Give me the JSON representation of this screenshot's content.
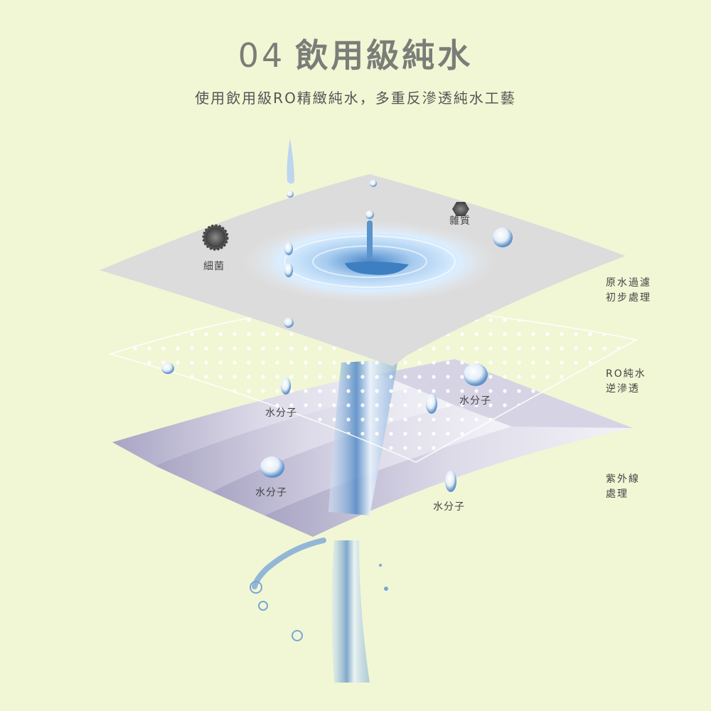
{
  "header": {
    "number": "04",
    "title": "飲用級純水",
    "subtitle": "使用飲用級RO精緻純水，多重反滲透純水工藝"
  },
  "colors": {
    "background": "#f1f7d5",
    "title": "#7b7d78",
    "water": "#3a78b8",
    "filter_layer": "#d9d9d9",
    "uv_layer": "#b9b6cf"
  },
  "layers": [
    {
      "name": "原水過濾",
      "line1": "原水過濾",
      "line2": "初步處理"
    },
    {
      "name": "RO純水逆滲透",
      "line1": "RO純水",
      "line2": "逆滲透"
    },
    {
      "name": "紫外線處理",
      "line1": "紫外線",
      "line2": "處理"
    }
  ],
  "labels": {
    "bacteria": "細菌",
    "impurities": "雜質",
    "molecule_1": "水分子",
    "molecule_2": "水分子",
    "molecule_3": "水分子",
    "molecule_4": "水分子"
  },
  "icons": {
    "bacteria": "gear-shaped dark grey particle",
    "impurities": "hexagon dark grey particle"
  }
}
